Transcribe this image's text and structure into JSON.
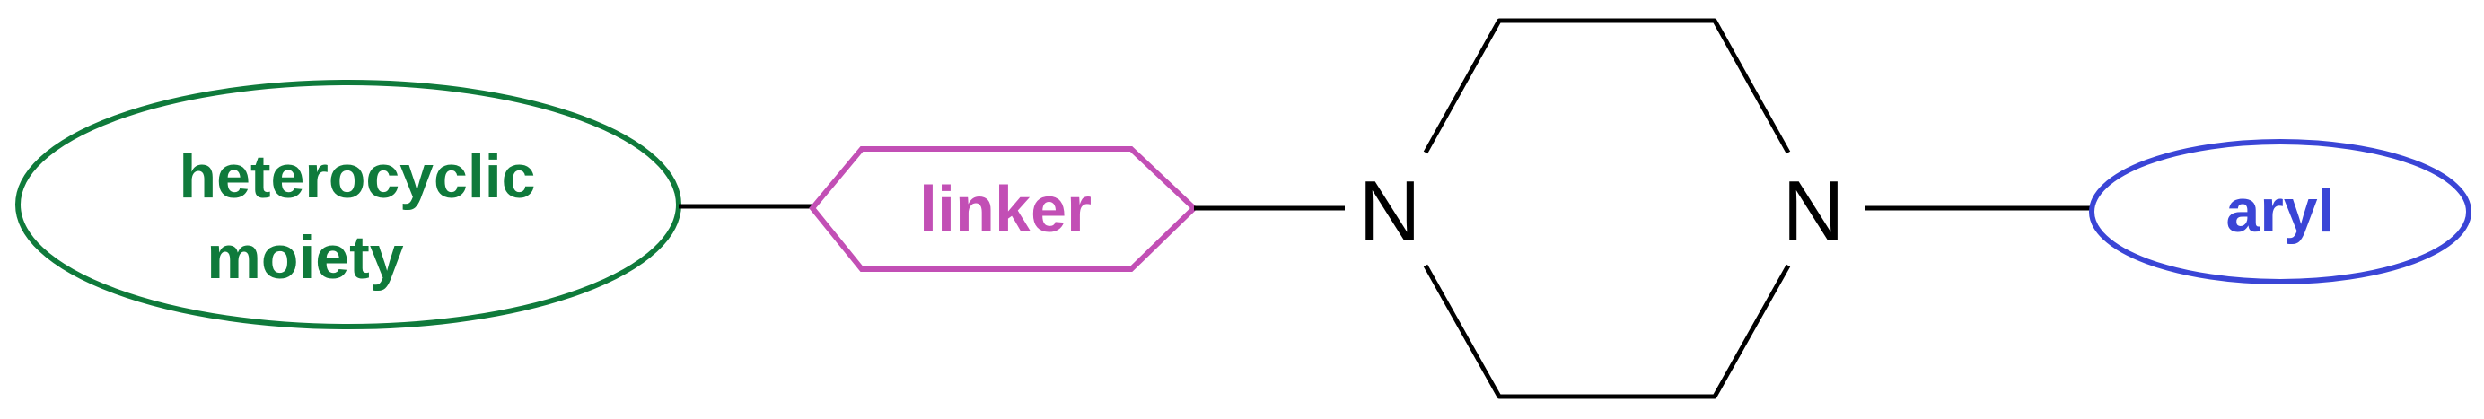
{
  "diagram": {
    "heterocyclic": {
      "line1": "heterocyclic",
      "line2": "moiety",
      "color": "#0f7a3b"
    },
    "linker": {
      "label": "linker",
      "color": "#c24fb5"
    },
    "ring": {
      "n_left": "N",
      "n_right": "N",
      "color": "#000000"
    },
    "aryl": {
      "label": "aryl",
      "color": "#3a45d6"
    },
    "bond_color": "#000000"
  }
}
